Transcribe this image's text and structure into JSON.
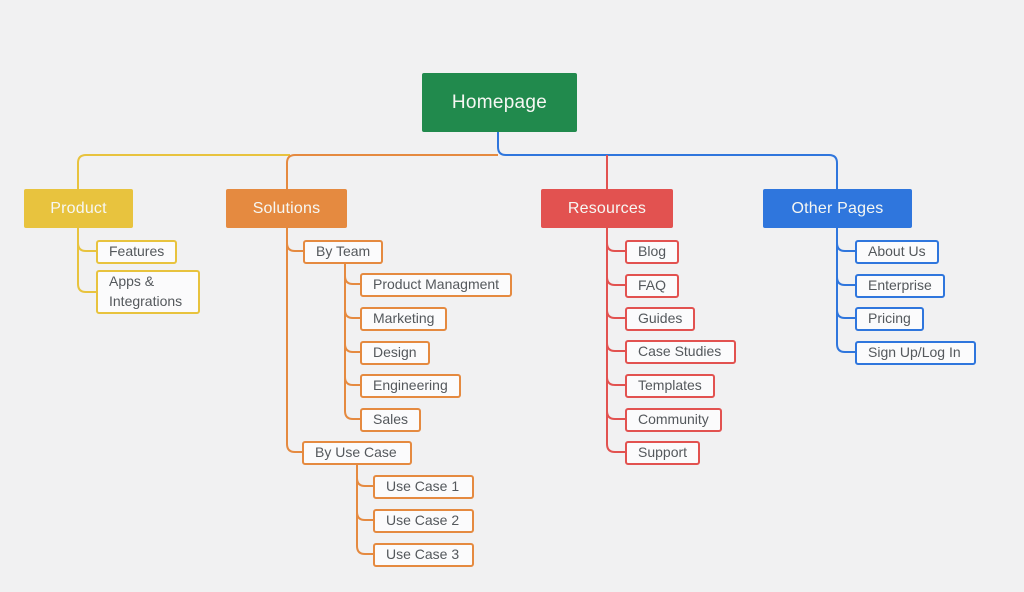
{
  "diagram": {
    "root": {
      "label": "Homepage"
    },
    "branches": [
      {
        "label": "Product",
        "children": [
          {
            "label": "Features"
          },
          {
            "label": "Apps & Integrations"
          }
        ]
      },
      {
        "label": "Solutions",
        "children": [
          {
            "label": "By Team",
            "children": [
              {
                "label": "Product Managment"
              },
              {
                "label": "Marketing"
              },
              {
                "label": "Design"
              },
              {
                "label": "Engineering"
              },
              {
                "label": "Sales"
              }
            ]
          },
          {
            "label": "By Use Case",
            "children": [
              {
                "label": "Use Case 1"
              },
              {
                "label": "Use Case 2"
              },
              {
                "label": "Use Case 3"
              }
            ]
          }
        ]
      },
      {
        "label": "Resources",
        "children": [
          {
            "label": "Blog"
          },
          {
            "label": "FAQ"
          },
          {
            "label": "Guides"
          },
          {
            "label": "Case Studies"
          },
          {
            "label": "Templates"
          },
          {
            "label": "Community"
          },
          {
            "label": "Support"
          }
        ]
      },
      {
        "label": "Other Pages",
        "children": [
          {
            "label": "About Us"
          },
          {
            "label": "Enterprise"
          },
          {
            "label": "Pricing"
          },
          {
            "label": "Sign Up/Log In"
          }
        ]
      }
    ]
  },
  "colors": {
    "homepage": "#218a4d",
    "product": "#e8c33e",
    "solutions": "#e58a40",
    "resources": "#e25250",
    "other_pages": "#2f76dd",
    "canvas_bg": "#f1f1f2",
    "node_bg": "#fbfbfc",
    "node_text": "#54585c",
    "label_text": "#f6f7f3"
  }
}
